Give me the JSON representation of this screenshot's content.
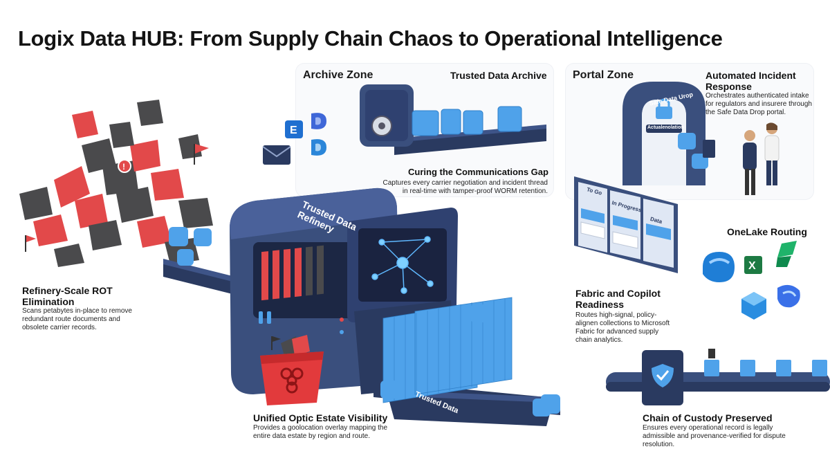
{
  "title": "Logix Data HUB: From Supply Chain Chaos to Operational Intelligence",
  "archive": {
    "zone_label": "Archive Zone",
    "vault_label": "Trusted Data Archive",
    "heading": "Curing the Communications Gap",
    "body": "Captures every carrier negotiation and incident thread in real-time with tamper-proof WORM retention."
  },
  "portal": {
    "zone_label": "Portal Zone",
    "heading": "Automated Incident Response",
    "body": "Orchestrates authenticated intake for regulators and insurere through the Safe Data Drop portal.",
    "gate_label": "Safe Data Urop",
    "gate_badge": "Actualenolation"
  },
  "refinery_rot": {
    "heading": "Refinery-Scale ROT Elimination",
    "body": "Scans petabytes in-place to remove redundant route documents and obsolete carrier records."
  },
  "machine": {
    "label": "Trusted Data Refinery",
    "belt_label": "Trusted Data"
  },
  "optic": {
    "heading": "Unified Optic Estate Visibility",
    "body": "Provides a goolocation overlay mapping the entire data estate by region and route."
  },
  "board": {
    "columns": [
      "To Go",
      "In Progress",
      "Data"
    ]
  },
  "fabric": {
    "heading": "Fabric and Copilot Readiness",
    "body": "Routes high-signal, policy-alignen collections to Microsoft Fabric for advanced supply chain analytics."
  },
  "onelake": {
    "heading": "OneLake Routing"
  },
  "custody": {
    "heading": "Chain of Custody Preserved",
    "body": "Ensures every operational record is legally admissible and provenance-verified for dispute resolution."
  },
  "icons": [
    "exchange-icon",
    "email-icon",
    "teams-icon",
    "onedrive-icon",
    "excel-icon",
    "copilot-icon",
    "fabric-icon",
    "azure-icon"
  ],
  "colors": {
    "machine": "#3a4f7d",
    "machine_dark": "#2a3a60",
    "data_blue": "#4fa2ea",
    "hazard_red": "#e2494a",
    "doc_gray": "#4a4a4c"
  }
}
